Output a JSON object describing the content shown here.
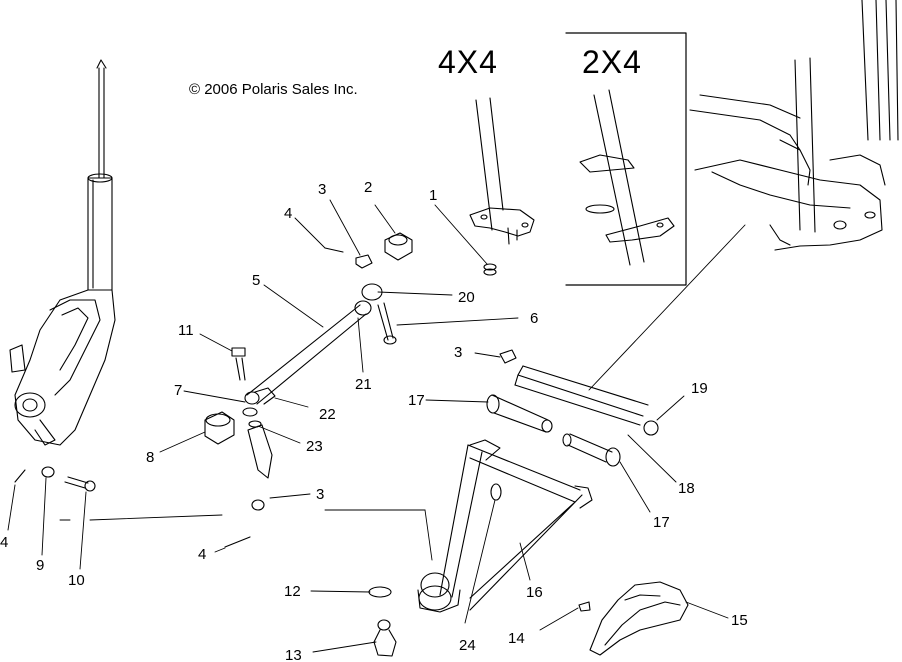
{
  "copyright": "© 2006 Polaris Sales Inc.",
  "variants": {
    "v4x4": "4X4",
    "v2x4": "2X4"
  },
  "colors": {
    "ink": "#000000",
    "background": "#ffffff"
  },
  "callouts": {
    "c1": "1",
    "c2": "2",
    "c3a": "3",
    "c3b": "3",
    "c3c": "3",
    "c4a": "4",
    "c4b": "4",
    "c4c": "4",
    "c5": "5",
    "c6": "6",
    "c7": "7",
    "c8": "8",
    "c9": "9",
    "c10": "10",
    "c11": "11",
    "c12": "12",
    "c13": "13",
    "c14": "14",
    "c15": "15",
    "c16": "16",
    "c17a": "17",
    "c17b": "17",
    "c18": "18",
    "c19": "19",
    "c20": "20",
    "c21": "21",
    "c22": "22",
    "c23": "23",
    "c24": "24"
  }
}
